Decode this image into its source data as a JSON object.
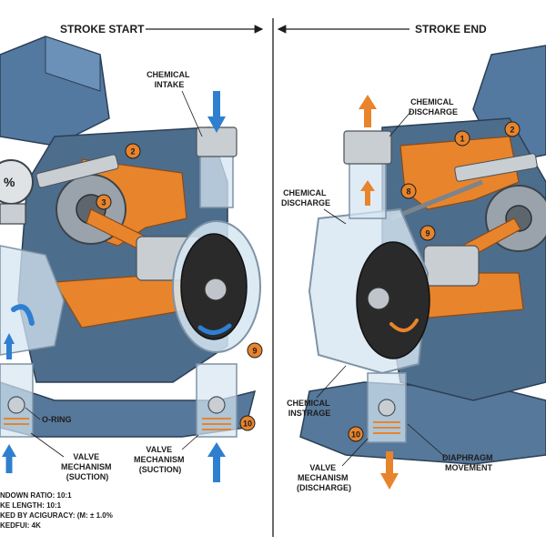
{
  "headers": {
    "stroke_start": "STROKE START",
    "stroke_end": "STROKE END"
  },
  "labels": {
    "chemical_intake": [
      "CHEMICAL",
      "INTAKE"
    ],
    "o_ring": "O-RING",
    "valve_suction_left": [
      "VALVE",
      "MECHANISM",
      "(SUCTION)"
    ],
    "valve_suction_mid": [
      "VALVE",
      "MECHANISM",
      "(SUCTION)"
    ],
    "chemical_discharge_top": [
      "CHEMICAL",
      "DISCHARGE"
    ],
    "chemical_discharge_side": [
      "CHEMICAL",
      "DISCHARGE"
    ],
    "chemical_instrage": [
      "CHEMICAL",
      "INSTRAGE"
    ],
    "valve_discharge": [
      "VALVE",
      "MECHANISM",
      "(DISCHARGE)"
    ],
    "diaphragm_movement": [
      "DIAPHRAGM",
      "MOVEMENT"
    ],
    "dial_symbol": "%"
  },
  "specs": [
    "NDOWN RATIO: 10:1",
    "KE LENGTH: 10:1",
    "KED BY ACIGURACY: (M: ± 1.0%",
    "KEDFUI: 4K"
  ],
  "badges": {
    "left": [
      "2",
      "3",
      "9",
      "10"
    ],
    "right": [
      "1",
      "2",
      "8",
      "9",
      "10"
    ]
  },
  "colors": {
    "housing": "#4d6d8c",
    "housing_dark": "#2f4d6a",
    "accent": "#e8842c",
    "flow": "#2f7fd0",
    "metal": "#c9ced3",
    "diaphragm": "#2a2a2a"
  }
}
